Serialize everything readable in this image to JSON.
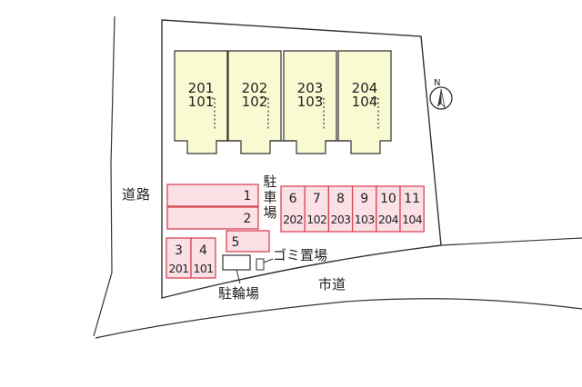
{
  "units": [
    {
      "upper": "201",
      "lower": "101"
    },
    {
      "upper": "202",
      "lower": "102"
    },
    {
      "upper": "203",
      "lower": "103"
    },
    {
      "upper": "204",
      "lower": "104"
    }
  ],
  "parking_label": [
    "駐",
    "車",
    "場"
  ],
  "parking_large": [
    "1",
    "2"
  ],
  "parking_right": [
    {
      "num": "6",
      "room": "202"
    },
    {
      "num": "7",
      "room": "102"
    },
    {
      "num": "8",
      "room": "203"
    },
    {
      "num": "9",
      "room": "103"
    },
    {
      "num": "10",
      "room": "204"
    },
    {
      "num": "11",
      "room": "104"
    }
  ],
  "parking_small": [
    {
      "num": "3",
      "room": "201"
    },
    {
      "num": "4",
      "room": "101"
    }
  ],
  "parking_5": "5",
  "garbage_label": "ゴミ置場",
  "bike_label": "駐輪場",
  "road_left": [
    "道",
    "路"
  ],
  "road_bottom": "市道",
  "compass_label": "N",
  "colors": {
    "building": "#fafad2",
    "parking": "#fbe0e6",
    "parking_border": "#d84555",
    "line": "#333333"
  }
}
